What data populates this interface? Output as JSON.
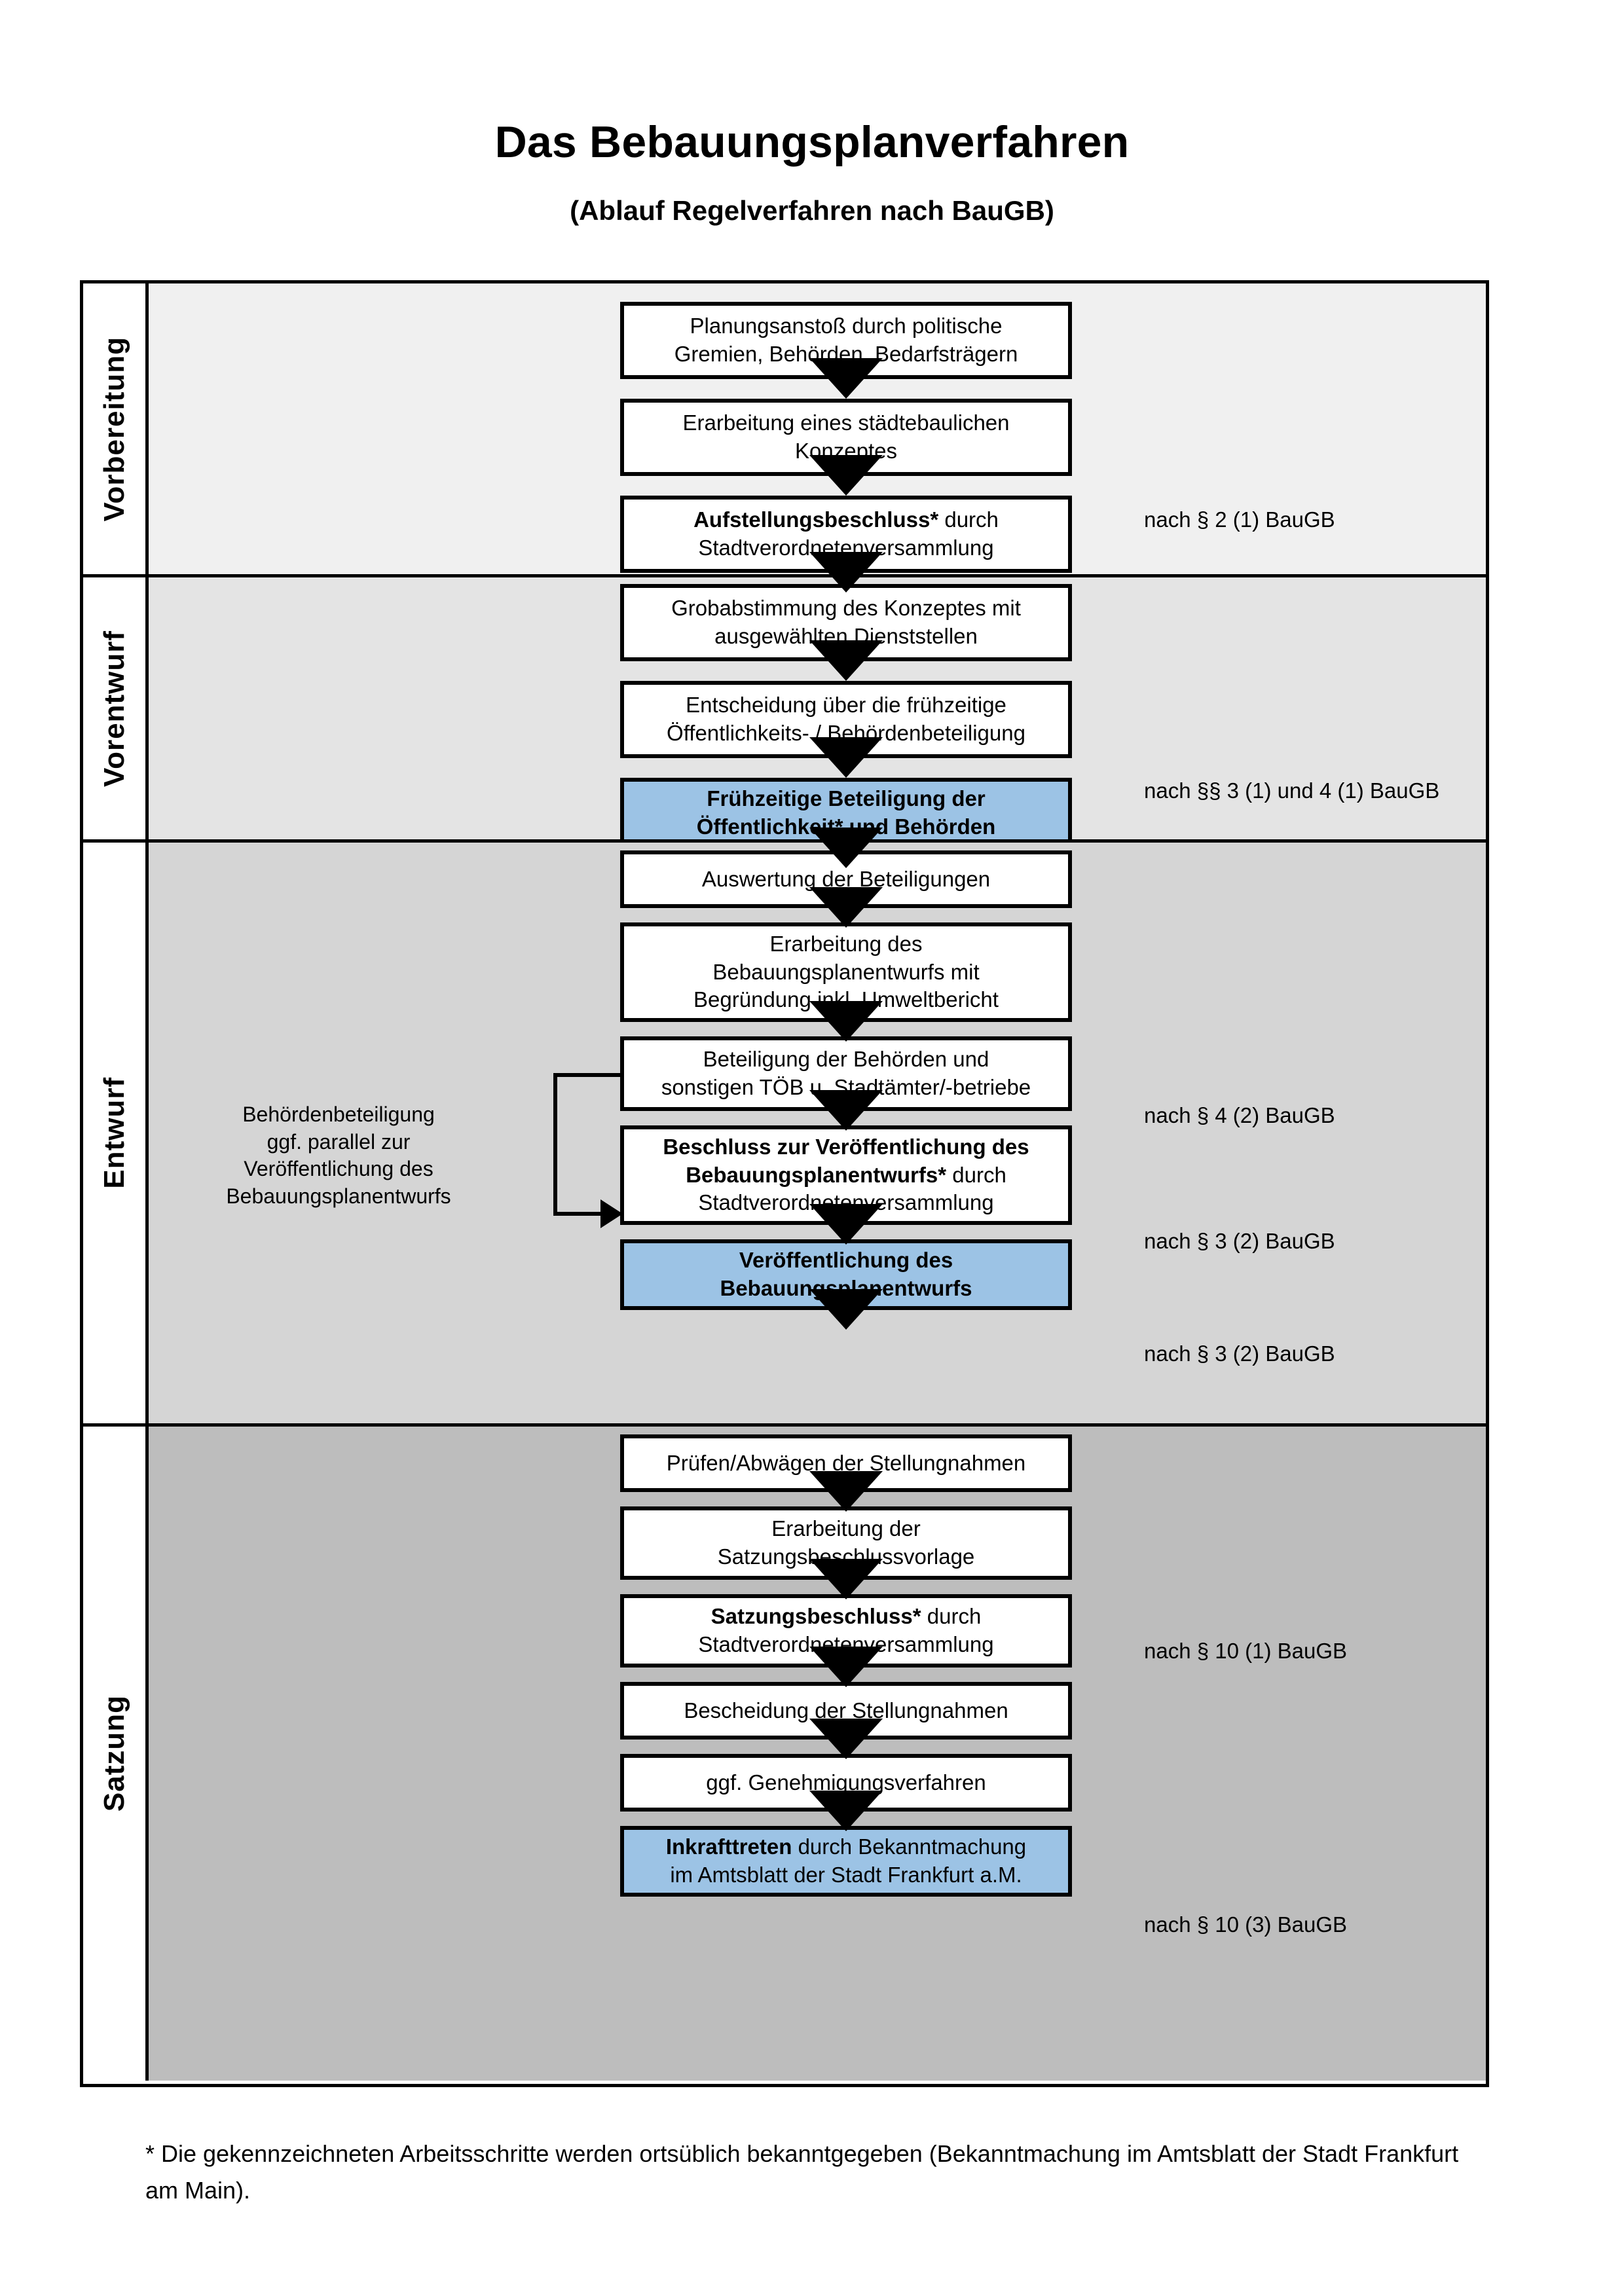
{
  "document": {
    "title": "Das Bebauungsplanverfahren",
    "subtitle": "(Ablauf Regelverfahren nach BauGB)",
    "footnote": "* Die gekennzeichneten Arbeitsschritte werden ortsüblich bekanntgegeben (Bekanntmachung im Amtsblatt  der Stadt Frankfurt am Main)."
  },
  "colors": {
    "highlight_blue": "#9CC3E5",
    "phase_1_bg": "#F0F0F0",
    "phase_2_bg": "#E4E4E4",
    "phase_3_bg": "#D5D5D5",
    "phase_4_bg": "#BDBDBD",
    "border": "#000000"
  },
  "phases": [
    {
      "label": "Vorbereitung",
      "steps": [
        {
          "text": "Planungsanstoß durch politische Gremien, Behörden, Bedarfsträgern",
          "bold_prefix": "",
          "highlighted": false
        },
        {
          "text": "Erarbeitung eines städtebaulichen Konzeptes",
          "bold_prefix": "",
          "highlighted": false
        },
        {
          "text": "Aufstellungsbeschluss* durch Stadtverordnetenversammlung",
          "bold_prefix": "Aufstellungsbeschluss*",
          "bold_rest": " durch Stadtverordnetenversammlung",
          "highlighted": false
        }
      ],
      "law_notes": [
        "nach § 2 (1) BauGB"
      ]
    },
    {
      "label": "Vorentwurf",
      "steps": [
        {
          "text": "Grobabstimmung des Konzeptes mit ausgewählten Dienststellen",
          "highlighted": false
        },
        {
          "text": "Entscheidung über die frühzeitige Öffentlichkeits- / Behördenbeteiligung",
          "highlighted": false
        },
        {
          "text": "Frühzeitige Beteiligung der Öffentlichkeit* und Behörden",
          "highlighted": true,
          "all_bold": true
        }
      ],
      "law_notes": [
        "nach §§ 3 (1) und 4 (1) BauGB"
      ]
    },
    {
      "label": "Entwurf",
      "side_note": "Behördenbeteiligung ggf. parallel zur Veröffentlichung des Bebauungsplanentwurfs",
      "steps": [
        {
          "text": "Auswertung der Beteiligungen",
          "highlighted": false
        },
        {
          "text": "Erarbeitung des Bebauungsplanentwurfs mit Begründung inkl. Umweltbericht",
          "highlighted": false
        },
        {
          "text": "Beteiligung der Behörden und sonstigen TÖB u. Stadtämter/-betriebe",
          "highlighted": false
        },
        {
          "text": "Beschluss zur Veröffentlichung des Bebauungsplanentwurfs* durch Stadtverordnetenversammlung",
          "bold_prefix": "Beschluss zur Veröffentlichung des Bebauungsplanentwurfs*",
          "bold_rest": " durch Stadtverordnetenversammlung",
          "highlighted": false
        },
        {
          "text": "Veröffentlichung des Bebauungsplanentwurfs",
          "highlighted": true,
          "all_bold": true
        }
      ],
      "law_notes": [
        "nach § 4 (2) BauGB",
        "nach § 3 (2) BauGB",
        "nach § 3 (2) BauGB"
      ]
    },
    {
      "label": "Satzung",
      "steps": [
        {
          "text": "Prüfen/Abwägen der Stellungnahmen",
          "highlighted": false
        },
        {
          "text": "Erarbeitung der Satzungsbeschlussvorlage",
          "highlighted": false
        },
        {
          "text": "Satzungsbeschluss* durch Stadtverordnetenversammlung",
          "bold_prefix": "Satzungsbeschluss*",
          "bold_rest": " durch Stadtverordnetenversammlung",
          "highlighted": false
        },
        {
          "text": "Bescheidung der Stellungnahmen",
          "highlighted": false
        },
        {
          "text": "ggf. Genehmigungsverfahren",
          "highlighted": false
        },
        {
          "text": "Inkrafttreten durch Bekanntmachung im Amtsblatt der Stadt Frankfurt a.M.",
          "bold_prefix": "Inkrafttreten",
          "bold_rest": " durch Bekanntmachung im Amtsblatt der Stadt Frankfurt a.M.",
          "highlighted": true
        }
      ],
      "law_notes": [
        "nach § 10 (1) BauGB",
        "nach § 10 (3) BauGB"
      ]
    }
  ],
  "nodes": {
    "p1s1_l1": "Planungsanstoß durch politische",
    "p1s1_l2": "Gremien, Behörden, Bedarfsträgern",
    "p1s2_l1": "Erarbeitung eines städtebaulichen",
    "p1s2_l2": "Konzeptes",
    "p1s3_b": "Aufstellungsbeschluss*",
    "p1s3_r": " durch",
    "p1s3_l2": "Stadtverordnetenversammlung",
    "p2s1_l1": "Grobabstimmung des Konzeptes mit",
    "p2s1_l2": "ausgewählten Dienststellen",
    "p2s2_l1": "Entscheidung über die frühzeitige",
    "p2s2_l2": "Öffentlichkeits- / Behördenbeteiligung",
    "p2s3_l1": "Frühzeitige Beteiligung der",
    "p2s3_l2": "Öffentlichkeit* und Behörden",
    "p3s1_l1": "Auswertung der Beteiligungen",
    "p3s2_l1": "Erarbeitung des",
    "p3s2_l2": "Bebauungsplanentwurfs mit",
    "p3s2_l3": "Begründung inkl. Umweltbericht",
    "p3s3_l1": "Beteiligung der Behörden und",
    "p3s3_l2": "sonstigen TÖB u. Stadtämter/-betriebe",
    "p3s4_b1": "Beschluss zur Veröffentlichung des",
    "p3s4_b2": "Bebauungsplanentwurfs*",
    "p3s4_r": " durch",
    "p3s4_l3": "Stadtverordnetenversammlung",
    "p3s5_l1": "Veröffentlichung des",
    "p3s5_l2": "Bebauungsplanentwurfs",
    "p4s1_l1": "Prüfen/Abwägen der Stellungnahmen",
    "p4s2_l1": "Erarbeitung der",
    "p4s2_l2": "Satzungsbeschlussvorlage",
    "p4s3_b": "Satzungsbeschluss*",
    "p4s3_r": " durch",
    "p4s3_l2": "Stadtverordnetenversammlung",
    "p4s4_l1": "Bescheidung der Stellungnahmen",
    "p4s5_l1": "ggf. Genehmigungsverfahren",
    "p4s6_b": "Inkrafttreten",
    "p4s6_r": " durch Bekanntmachung",
    "p4s6_l2": "im Amtsblatt der Stadt Frankfurt a.M.",
    "sidenote_l1": "Behördenbeteiligung",
    "sidenote_l2": "ggf. parallel zur",
    "sidenote_l3": "Veröffentlichung des",
    "sidenote_l4": "Bebauungsplanentwurfs"
  },
  "law_notes": {
    "n1": "nach § 2 (1) BauGB",
    "n2": "nach §§ 3 (1) und 4 (1) BauGB",
    "n3": "nach § 4 (2) BauGB",
    "n4": "nach § 3 (2) BauGB",
    "n5": "nach § 3 (2) BauGB",
    "n6": "nach § 10 (1) BauGB",
    "n7": "nach § 10 (3) BauGB"
  },
  "labels": {
    "phase1": "Vorbereitung",
    "phase2": "Vorentwurf",
    "phase3": "Entwurf",
    "phase4": "Satzung"
  }
}
